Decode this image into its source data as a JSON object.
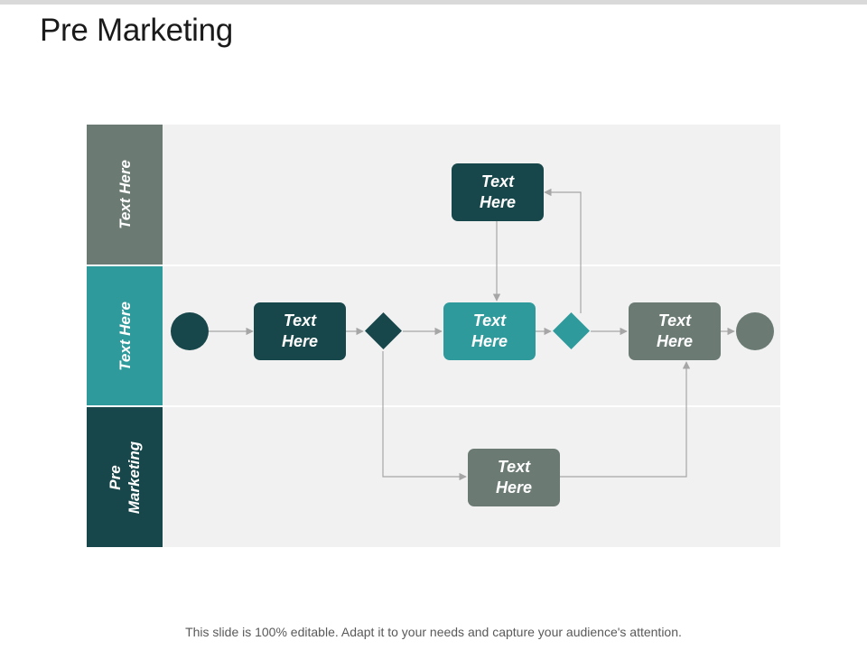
{
  "slide": {
    "title": "Pre Marketing",
    "footer": "This slide is 100% editable. Adapt it to your needs and capture your audience's attention."
  },
  "lanes": [
    {
      "label": "Text Here",
      "color": "#6b7b74"
    },
    {
      "label": "Text Here",
      "color": "#2e9a9c"
    },
    {
      "label": "Pre\nMarketing",
      "color": "#17474a"
    }
  ],
  "nodes": {
    "top_box": {
      "label": "Text\nHere",
      "color": "#17474a"
    },
    "box_1": {
      "label": "Text\nHere",
      "color": "#17474a"
    },
    "box_2": {
      "label": "Text\nHere",
      "color": "#2e9a9c"
    },
    "box_3": {
      "label": "Text\nHere",
      "color": "#6b7b74"
    },
    "bottom_box": {
      "label": "Text\nHere",
      "color": "#6b7b74"
    },
    "start_circle": {
      "color": "#17474a"
    },
    "end_circle": {
      "color": "#6b7b74"
    },
    "decision_1": {
      "color": "#17474a"
    },
    "decision_2": {
      "color": "#2e9a9c"
    }
  },
  "colors": {
    "lane_bg": "#f1f1f1",
    "connector": "#a6a6a6"
  }
}
